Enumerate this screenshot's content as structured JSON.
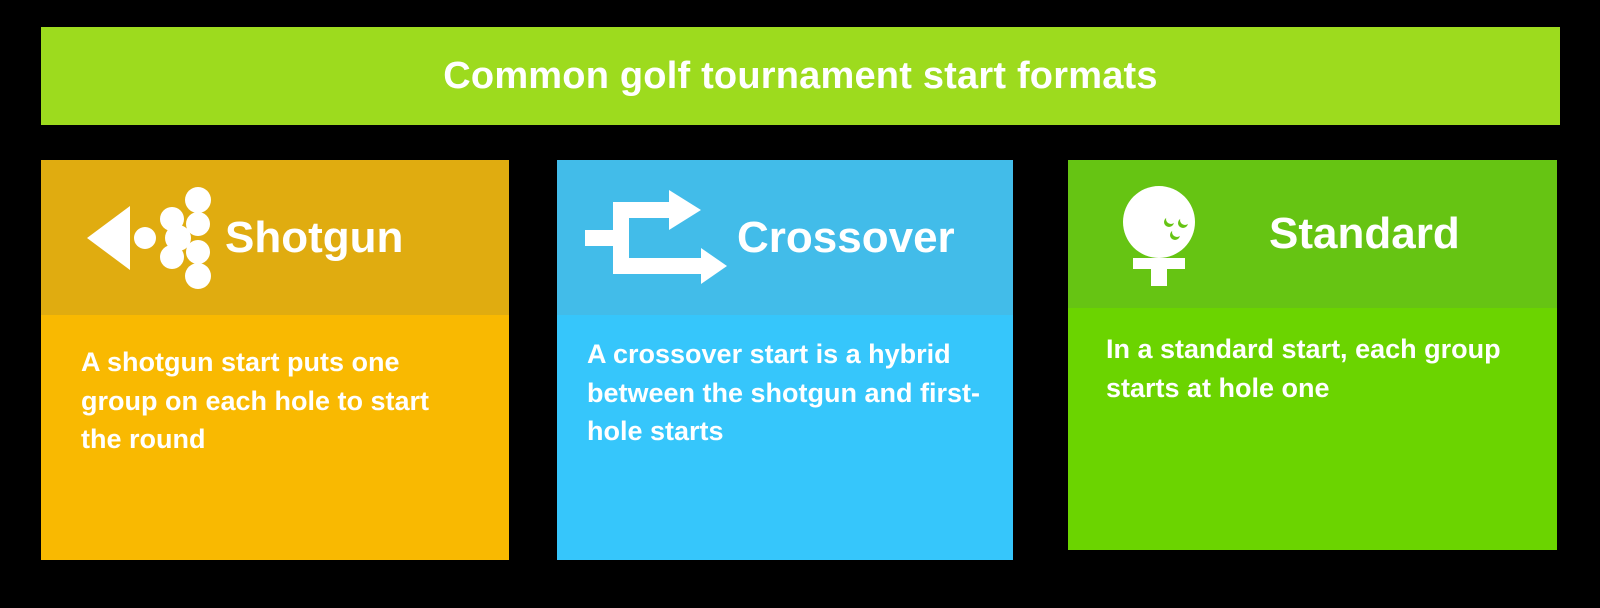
{
  "banner": {
    "title": "Common golf tournament start formats",
    "background_color": "#9ddb1e",
    "text_color": "#ffffff"
  },
  "cards": [
    {
      "id": "shotgun",
      "icon_name": "shotgun-spray-icon",
      "title": "Shotgun",
      "body": "A shotgun start puts one group on each hole to start the round",
      "header_color": "#e0ac10",
      "body_color": "#f9b901",
      "text_color": "#ffffff"
    },
    {
      "id": "crossover",
      "icon_name": "crossover-arrows-icon",
      "title": "Crossover",
      "body": "A crossover start is a hybrid between the shotgun and first-hole starts",
      "header_color": "#42bce9",
      "body_color": "#36c6fb",
      "text_color": "#ffffff"
    },
    {
      "id": "standard",
      "icon_name": "golf-ball-on-tee-icon",
      "title": "Standard",
      "body": "In a standard start, each group starts at hole one",
      "header_color": "#66c413",
      "body_color": "#6bd400",
      "text_color": "#ffffff"
    }
  ],
  "page": {
    "background_color": "#000000"
  }
}
